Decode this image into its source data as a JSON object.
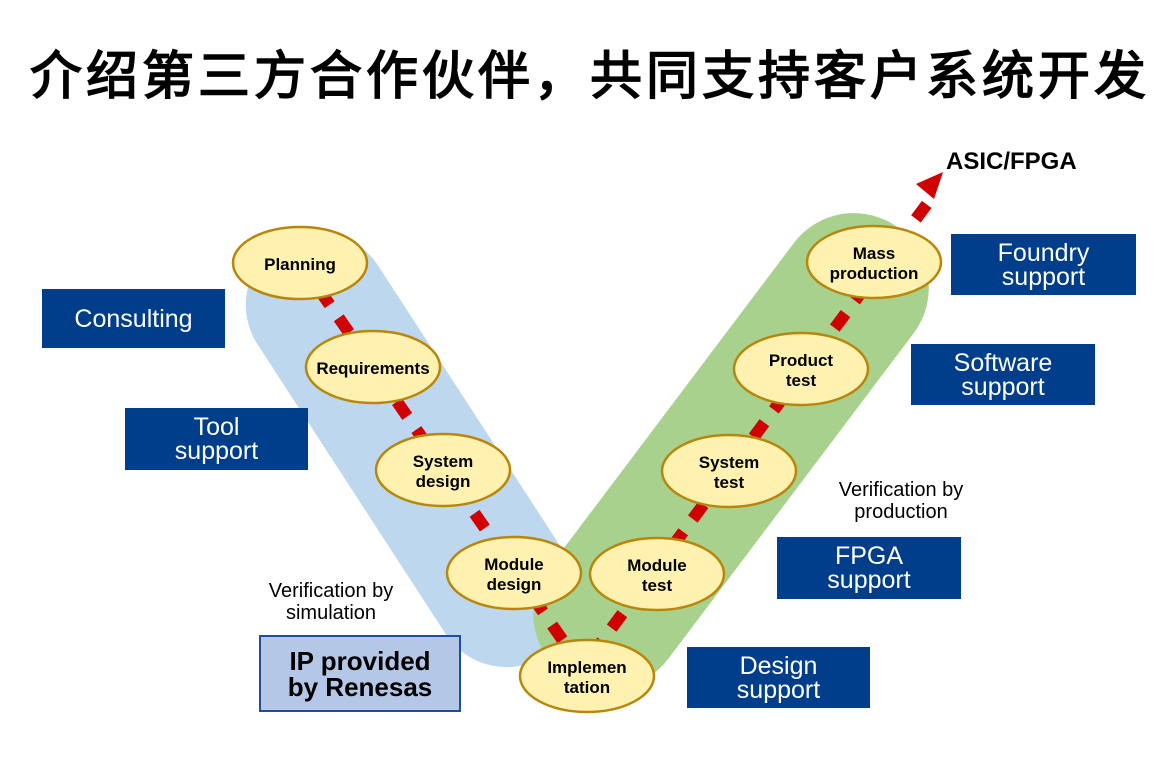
{
  "title": "介绍第三方合作伙伴，共同支持客户系统开发",
  "colors": {
    "left_band": "#bdd7ee",
    "right_band": "#a9d18e",
    "ellipse_fill": "#fff2b0",
    "ellipse_stroke": "#b8860b",
    "arrow": "#d10000",
    "support_box": "#003d8a",
    "ip_box": "#b4c7e7"
  },
  "stages": {
    "planning": "Planning",
    "requirements": "Requirements",
    "system_design": [
      "System",
      "design"
    ],
    "module_design": [
      "Module",
      "design"
    ],
    "implementation": [
      "Implemen",
      "tation"
    ],
    "module_test": [
      "Module",
      "test"
    ],
    "system_test": [
      "System",
      "test"
    ],
    "product_test": [
      "Product",
      "test"
    ],
    "mass_production": [
      "Mass",
      "production"
    ]
  },
  "arrow_target": "ASIC/FPGA",
  "support": {
    "consulting": [
      "Consulting"
    ],
    "tool": [
      "Tool",
      "support"
    ],
    "foundry": [
      "Foundry",
      "support"
    ],
    "software": [
      "Software",
      "support"
    ],
    "fpga": [
      "FPGA",
      "support"
    ],
    "design": [
      "Design",
      "support"
    ]
  },
  "ip_box": [
    "IP provided",
    "by Renesas"
  ],
  "notes": {
    "simulation": [
      "Verification by",
      "simulation"
    ],
    "production": [
      "Verification by",
      "production"
    ]
  }
}
